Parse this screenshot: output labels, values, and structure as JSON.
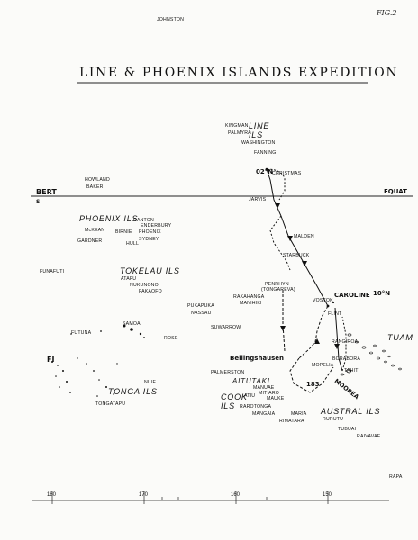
{
  "title": "LINE & PHOENIX ISLANDS EXPEDITION",
  "figure_label": "FIG.2",
  "island_groups": {
    "line": "LINE ILS",
    "phoenix": "PHOENIX ILS",
    "tokelau": "TOKELAU ILS",
    "tonga": "TONGA ILS",
    "cook": "COOK ILS",
    "austral": "AUSTRAL ILS",
    "tuamotu": "TUAM"
  },
  "places": {
    "johnston": "JOHNSTON",
    "kingman": "KINGMAN",
    "palmyra": "PALMYRA",
    "washington": "WASHINGTON",
    "fanning": "FANNING",
    "christmas": "CHRISTMAS",
    "howland": "HOWLAND",
    "baker": "BAKER",
    "jarvis": "JARVIS",
    "canton": "CANTON",
    "enderbury": "ENDERBURY",
    "mckean": "McKEAN",
    "birnie": "BIRNIE",
    "phoenix": "PHOENIX",
    "gardner": "GARDNER",
    "hull": "HULL",
    "sydney": "SYDNEY",
    "malden": "MALDEN",
    "starbuck": "STARBUCK",
    "funafuti": "FUNAFUTI",
    "atafu": "ATAFU",
    "nukunono": "NUKUNONO",
    "fakaofo": "FAKAOFO",
    "penrhyn": "PENRHYN",
    "tongareva": "(TONGAREVA)",
    "rakahanga": "RAKAHANGA",
    "manihiki": "MANIHIKI",
    "pukapuka": "PUKAPUKA",
    "nassau": "NASSAU",
    "vostok": "VOSTOK",
    "caroline": "CAROLINE",
    "flint": "FLINT",
    "suwarrow": "SUWARROW",
    "samoa": "SAMOA",
    "futuna": "FUTUNA",
    "rose": "ROSE",
    "rangiroa": "RANGIROA",
    "bellingshausen": "Bellingshausen",
    "mopelia": "MOPELIA",
    "borabora": "BORABORA",
    "tahiti": "TAHITI",
    "moorea": "MOOREA",
    "palmerston": "PALMERSTON",
    "aitutaki": "AITUTAKI",
    "manuae": "MANUAE",
    "mitiaro": "MITIARO",
    "atiu": "ATIU",
    "mauke": "MAUKE",
    "niue": "NIUE",
    "tongatapu": "TONGATAPU",
    "rarotonga": "RAROTONGA",
    "mangaia": "MANGAIA",
    "maria": "MARIA",
    "rimatara": "RIMATARA",
    "rurutu": "RURUTU",
    "tubuai": "TUBUAI",
    "raivavae": "RAIVAVAE",
    "rapa": "RAPA",
    "fiji": "FI"
  },
  "annotations": {
    "lat_02n": "02°N",
    "lat_10n": "10°N",
    "equator": "EQUAT",
    "bert": "BERT",
    "bert_s": "S",
    "leg_183": "183"
  },
  "longitude_ticks": [
    "180",
    "170",
    "160",
    "150"
  ]
}
